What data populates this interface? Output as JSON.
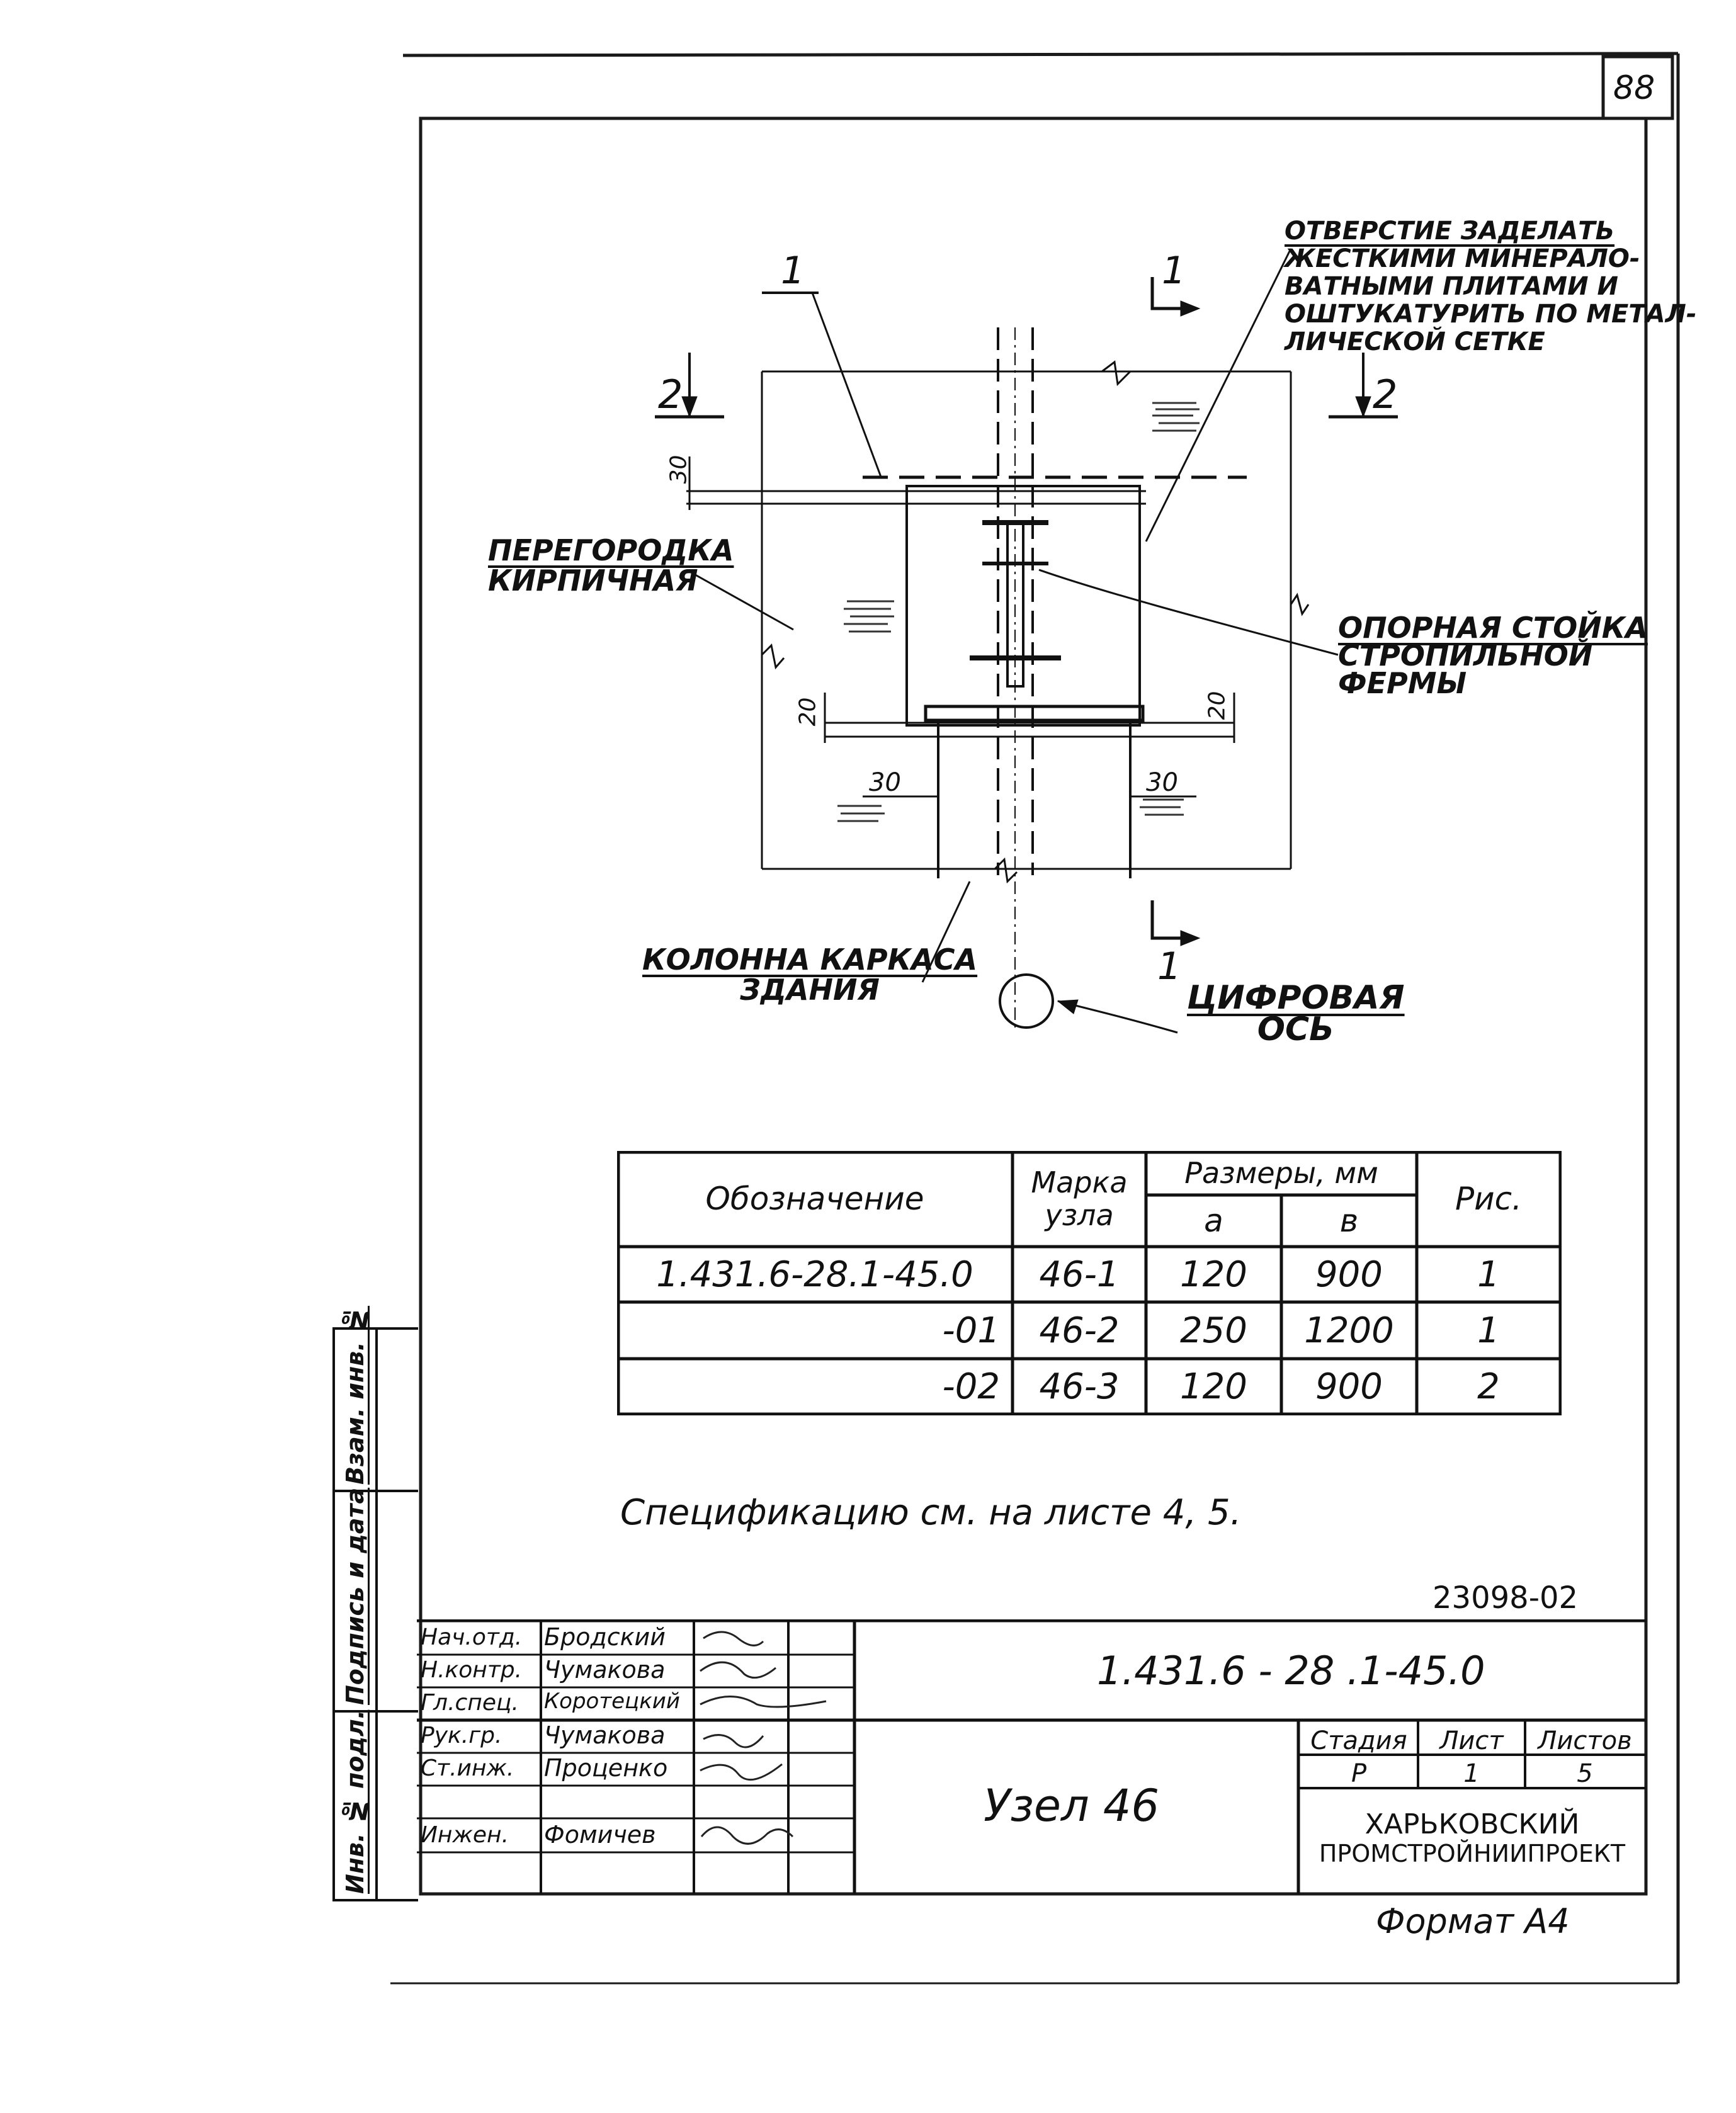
{
  "sheet": {
    "page_number": "88",
    "archive_number": "23098-02",
    "format_label": "Формат А4",
    "spec_note": "Спецификацию см. на листе 4, 5."
  },
  "drawing": {
    "section_mark": "1",
    "section_2_left": "2",
    "section_2_right": "2",
    "leader_label_1": "1",
    "dim_30_top": "30",
    "dim_20_left": "20",
    "dim_20_right": "20",
    "dim_30_left": "30",
    "dim_30_right": "30",
    "note_opening": [
      "Отверстие заделать",
      "жесткими минерало-",
      "ватными плитами и",
      "оштукатурить по метал-",
      "лической сетке"
    ],
    "note_partition": [
      "Перегородка",
      "кирпичная"
    ],
    "note_support": [
      "Опорная стойка",
      "стропильной",
      "фермы"
    ],
    "note_column": [
      "Колонна каркаса",
      "здания"
    ],
    "note_axis": [
      "Цифровая",
      "ось"
    ]
  },
  "spec_table": {
    "headers": {
      "designation": "Обозначение",
      "mark_line1": "Марка",
      "mark_line2": "узла",
      "sizes": "Размеры, мм",
      "size_a": "а",
      "size_b": "в",
      "fig": "Рис."
    },
    "rows": [
      {
        "designation": "1.431.6-28.1-45.0",
        "mark": "46-1",
        "a": "120",
        "b": "900",
        "fig": "1"
      },
      {
        "designation": "-01",
        "mark": "46-2",
        "a": "250",
        "b": "1200",
        "fig": "1"
      },
      {
        "designation": "-02",
        "mark": "46-3",
        "a": "120",
        "b": "900",
        "fig": "2"
      }
    ]
  },
  "title_block": {
    "document_code": "1.431.6 - 28 .1-45.0",
    "title": "Узел 46",
    "stage_label": "Стадия",
    "sheet_label": "Лист",
    "sheets_label": "Листов",
    "stage": "Р",
    "sheet": "1",
    "sheets": "5",
    "organization_line1": "Харьковский",
    "organization_line2": "Промстройниипроект",
    "people": [
      {
        "role": "Нач.отд.",
        "name": "Бродский"
      },
      {
        "role": "Н.контр.",
        "name": "Чумакова"
      },
      {
        "role": "Гл.спец.",
        "name": "Коротецкий"
      },
      {
        "role": "Рук.гр.",
        "name": "Чумакова"
      },
      {
        "role": "Ст.инж.",
        "name": "Проценко"
      },
      {
        "role": "",
        "name": ""
      },
      {
        "role": "Инжен.",
        "name": "Фомичев"
      }
    ]
  },
  "side_strip": {
    "inv_original": "Инв. № подл.",
    "signature_date": "Подпись и дата",
    "replaces_inv": "Взам. инв. №"
  }
}
